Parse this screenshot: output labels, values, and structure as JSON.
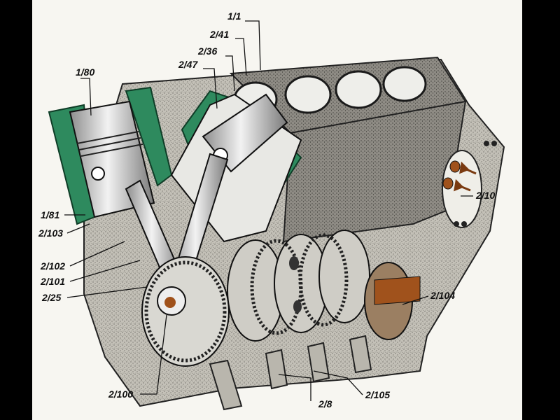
{
  "callouts": {
    "l_1_1": "1/1",
    "l_2_41": "2/41",
    "l_2_36": "2/36",
    "l_2_47": "2/47",
    "l_1_80": "1/80",
    "l_1_81": "1/81",
    "l_2_103": "2/103",
    "l_2_102": "2/102",
    "l_2_101": "2/101",
    "l_2_25": "2/25",
    "l_2_100": "2/100",
    "l_2_8": "2/8",
    "l_2_105": "2/105",
    "l_2_104": "2/104",
    "l_2_10": "2/10"
  },
  "colors": {
    "background": "#000000",
    "plate": "#f7f6f1",
    "casting": "#b9b6ad",
    "coolant_jacket": "#2e8a5e",
    "oil_passage": "#a0521c",
    "ink": "#111111"
  }
}
